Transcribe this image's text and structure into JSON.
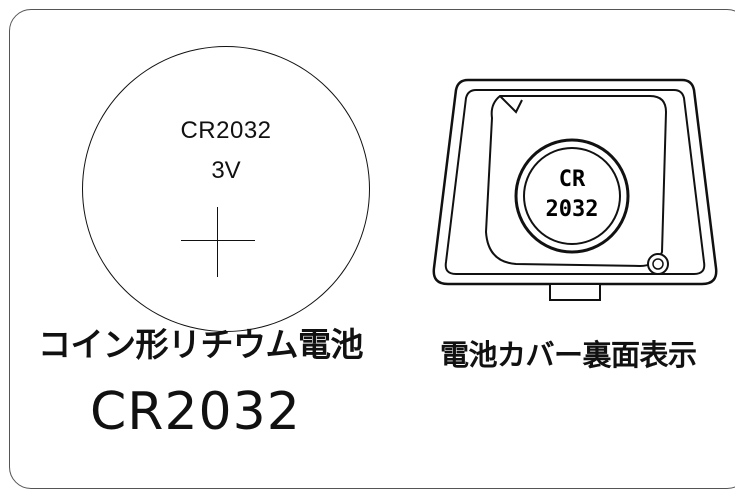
{
  "coin": {
    "model": "CR2032",
    "voltage": "3V"
  },
  "cover": {
    "inner_line1": "CR",
    "inner_line2": "2032"
  },
  "labels": {
    "coin_battery": "コイン形リチウム電池",
    "coin_code": "CR2032",
    "cover_back": "電池カバー裏面表示"
  }
}
